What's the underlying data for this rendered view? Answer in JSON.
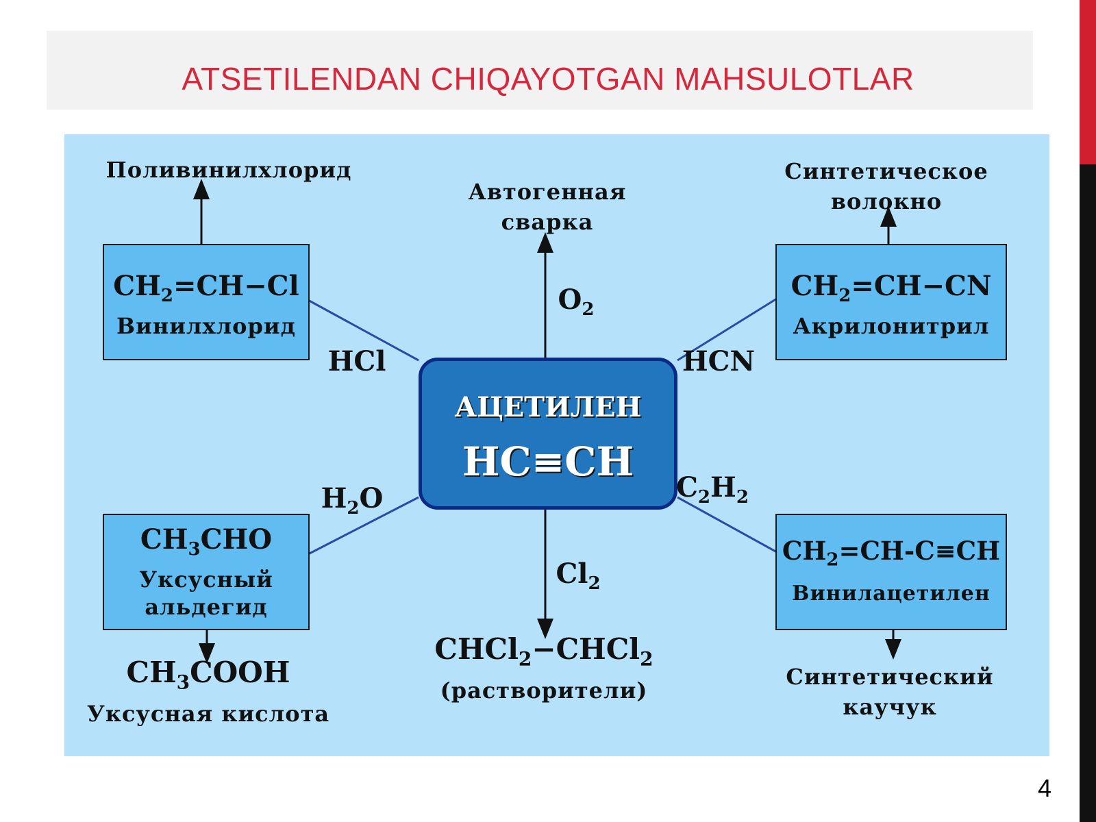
{
  "slide": {
    "title": "ATSETILENDAN CHIQAYOTGAN MAHSULOTLAR",
    "number": "4"
  },
  "center": {
    "name": "АЦЕТИЛЕН",
    "formula": "HC≡CH"
  },
  "reagents": {
    "hcl": "HCl",
    "o2_main": "O",
    "o2_sub": "2",
    "hcn": "HCN",
    "h2o_a": "H",
    "h2o_sub": "2",
    "h2o_b": "O",
    "cl2_main": "Cl",
    "cl2_sub": "2",
    "c2h2_a": "C",
    "c2h2_sub1": "2",
    "c2h2_b": "H",
    "c2h2_sub2": "2"
  },
  "boxes": {
    "vinyl_chloride": {
      "f1": "CH",
      "f1_sub": "2",
      "f2": "=CH−Cl",
      "name": "Винилхлорид"
    },
    "acrylonitrile": {
      "f1": "CH",
      "f1_sub": "2",
      "f2": "=CH−CN",
      "name": "Акрилонитрил"
    },
    "acetaldehyde": {
      "f1": "CH",
      "f1_sub": "3",
      "f2": "CHO",
      "name1": "Уксусный",
      "name2": "альдегид"
    },
    "vinylacetylene": {
      "f1": "CH",
      "f1_sub": "2",
      "f2": "=CH-C≡CH",
      "name": "Винилацетилен"
    }
  },
  "products": {
    "pvc": "Поливинилхлорид",
    "welding1": "Автогенная",
    "welding2": "сварка",
    "fiber1": "Синтетическое",
    "fiber2": "волокно",
    "acetic_f1": "CH",
    "acetic_sub": "3",
    "acetic_f2": "COOH",
    "acetic_name": "Уксусная кислота",
    "solvent_f1": "CHCl",
    "solvent_sub1": "2",
    "solvent_f2": "−CHCl",
    "solvent_sub2": "2",
    "solvent_name": "(растворители)",
    "rubber1": "Синтетический",
    "rubber2": "каучук"
  },
  "colors": {
    "title": "#d6283d",
    "diagram_bg": "#b5e1fb",
    "box_fill": "#61bcf2",
    "center_fill": "#2276bd",
    "center_border": "#0a2a86",
    "link_line": "#2a4aa8",
    "accent_red": "#d21f2f"
  }
}
